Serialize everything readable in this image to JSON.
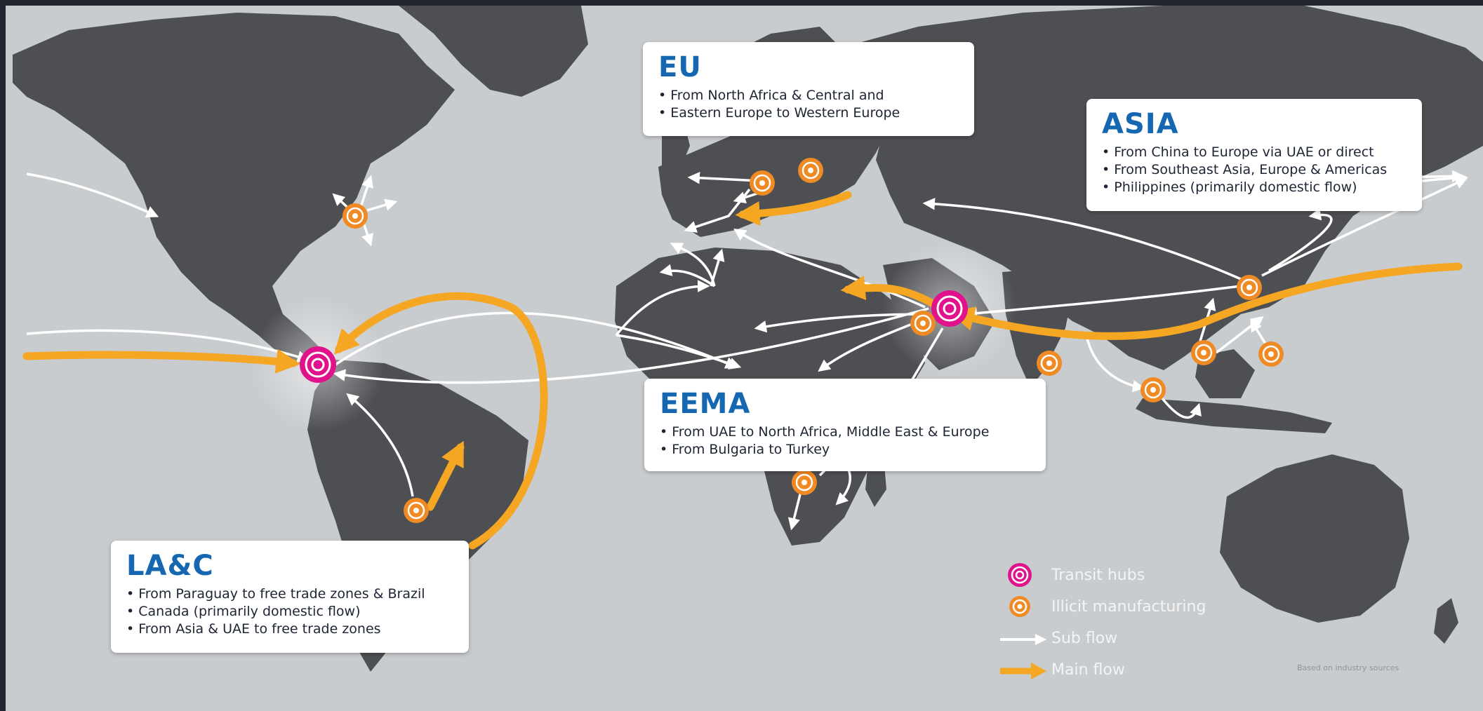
{
  "regions": [
    {
      "id": "eu",
      "title": "EU",
      "items": [
        "From North Africa & Central and",
        "Eastern Europe to Western Europe"
      ]
    },
    {
      "id": "asia",
      "title": "ASIA",
      "items": [
        "From China to Europe via UAE or direct",
        "From Southeast Asia, Europe & Americas",
        "Philippines (primarily domestic flow)"
      ]
    },
    {
      "id": "eema",
      "title": "EEMA",
      "items": [
        "From UAE to North Africa, Middle East & Europe",
        "From Bulgaria to Turkey"
      ]
    },
    {
      "id": "lac",
      "title": "LA&C",
      "items": [
        "From Paraguay to free trade zones & Brazil",
        "Canada (primarily domestic flow)",
        "From Asia & UAE to free trade zones"
      ]
    }
  ],
  "legend": {
    "transit_hubs": "Transit hubs",
    "illicit_manufacturing": "Illicit manufacturing",
    "sub_flow": "Sub flow",
    "main_flow": "Main flow"
  },
  "source_note": "Based on industry sources",
  "colors": {
    "ocean": "#c9cccf",
    "land": "#4d4f53",
    "main_flow": "#f5a623",
    "sub_flow": "#ffffff",
    "transit_hub": "#e0138c",
    "manufacturing": "#f08a24",
    "title_blue": "#1467b0"
  },
  "icons": [
    "transit-hub-icon",
    "manufacturing-icon",
    "sub-flow-arrow-icon",
    "main-flow-arrow-icon"
  ]
}
